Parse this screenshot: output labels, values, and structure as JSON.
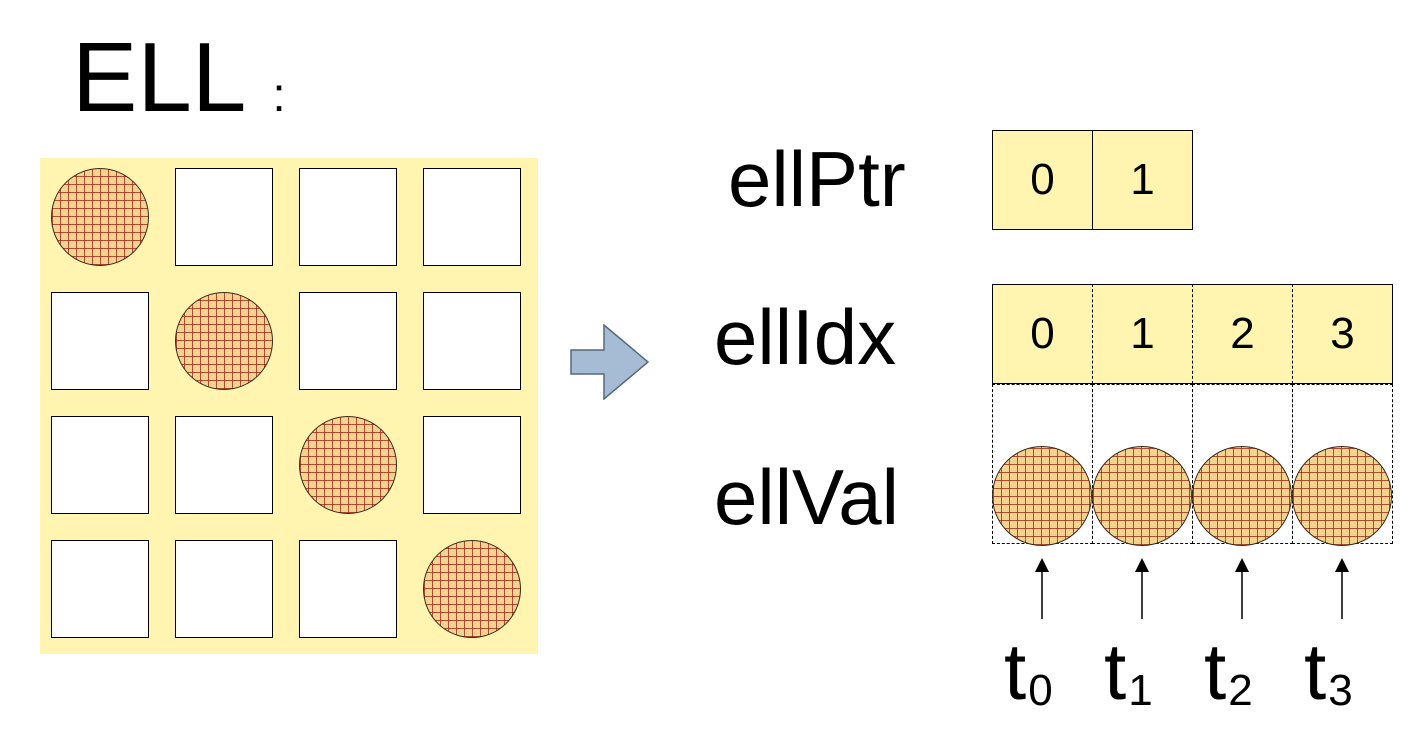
{
  "title": {
    "text": "ELL",
    "colon": ":"
  },
  "matrix": {
    "size": 4,
    "nonzero_positions": [
      [
        0,
        0
      ],
      [
        1,
        1
      ],
      [
        2,
        2
      ],
      [
        3,
        3
      ]
    ]
  },
  "arrays": {
    "ellPtr": {
      "label": "ellPtr",
      "values": [
        "0",
        "1"
      ]
    },
    "ellIdx": {
      "label": "ellIdx",
      "values": [
        "0",
        "1",
        "2",
        "3"
      ]
    },
    "ellVal": {
      "label": "ellVal",
      "count": 4
    }
  },
  "threads": [
    {
      "base": "t",
      "sub": "0"
    },
    {
      "base": "t",
      "sub": "1"
    },
    {
      "base": "t",
      "sub": "2"
    },
    {
      "base": "t",
      "sub": "3"
    }
  ],
  "colors": {
    "fill": "#fff5b1",
    "dot": "#f1d58e",
    "hatch": "#a01e14",
    "arrow": "#a6bcd4"
  }
}
